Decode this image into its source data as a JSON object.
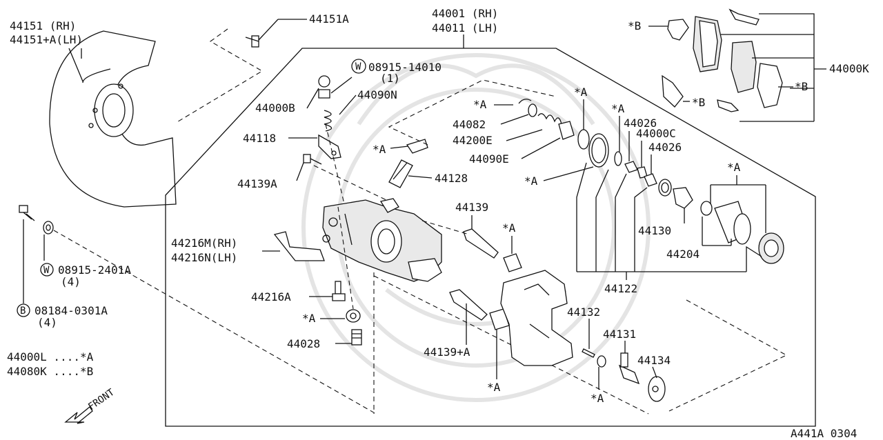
{
  "labels": {
    "shield_rh": "44151   (RH)",
    "shield_lh": "44151+A(LH)",
    "shield_bolt": "44151A",
    "caliper_rh": "44001 (RH)",
    "caliper_lh": "44011 (LH)",
    "pad_kit": "44000K",
    "washer_w1_code": "08915-14010",
    "washer_w1_qty": "(1)",
    "bleeder_cap": "44000B",
    "bleeder_screw_90n": "44090N",
    "bracket_44118": "44118",
    "bolt_44139a": "44139A",
    "seal_44082": "44082",
    "spring_44200e": "44200E",
    "bush_44090e": "44090E",
    "sleeve_44128": "44128",
    "pin_44139": "44139",
    "hose_bracket_rh": "44216M(RH)",
    "hose_bracket_lh": "44216N(LH)",
    "bolt_44216a": "44216A",
    "bleeder_44028": "44028",
    "pin_44139a_plus": "44139+A",
    "seal_44026_a": "44026",
    "seal_44000c": "44000C",
    "seal_44026_b": "44026",
    "piston_44130": "44130",
    "adjuster_44204": "44204",
    "seal_kit_44122": "44122",
    "pin_44132": "44132",
    "bolt_44131": "44131",
    "plate_44134": "44134",
    "washer_w2_code": "08915-2401A",
    "washer_w2_qty": "(4)",
    "bolt_b_code": "08184-0301A",
    "bolt_b_qty": "(4)",
    "mark_a": "*A",
    "mark_b": "*B",
    "circle_w": "W",
    "circle_b": "B",
    "front": "FRONT",
    "footnote_a": "44000L ....*A",
    "footnote_b": "44080K ....*B",
    "figure_code": "A441A 0304"
  }
}
